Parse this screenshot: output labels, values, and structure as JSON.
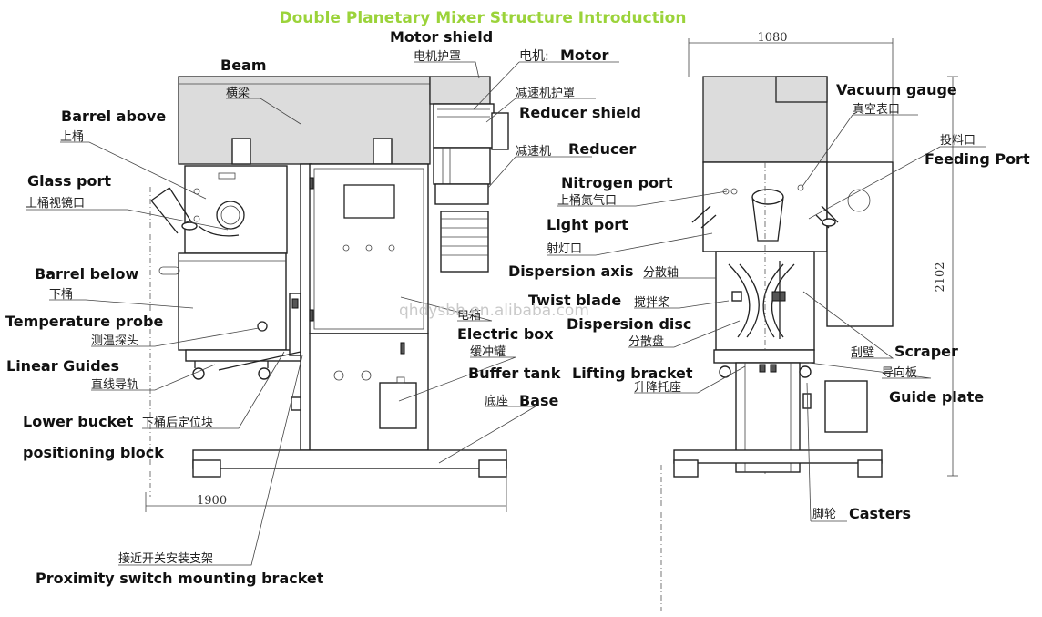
{
  "title": "Double Planetary Mixer Structure Introduction",
  "colors": {
    "title": "#9BD33A",
    "line": "#222222",
    "watermark": "#c9c9c9"
  },
  "watermark": "qhdysbh.en.alibaba.com",
  "dimensions": {
    "width_front": "1900",
    "width_side": "1080",
    "height": "2102"
  },
  "labels": {
    "motor_shield_en": "Motor shield",
    "motor_shield_zh": "电机护罩",
    "motor_zh": "电机:",
    "motor_en": "Motor",
    "beam_en": "Beam",
    "beam_zh": "横梁",
    "reducer_shield_zh": "减速机护罩",
    "reducer_shield_en": "Reducer shield",
    "barrel_above_en": "Barrel above",
    "barrel_above_zh": "上桶",
    "reducer_zh": "减速机",
    "reducer_en": "Reducer",
    "glass_port_en": "Glass port",
    "glass_port_zh": "上桶视镜口",
    "nitrogen_port_en": "Nitrogen port",
    "nitrogen_port_zh": "上桶氮气口",
    "light_port_en": "Light port",
    "light_port_zh": "射灯口",
    "barrel_below_en": "Barrel below",
    "barrel_below_zh": "下桶",
    "dispersion_axis_en": "Dispersion axis",
    "dispersion_axis_zh": "分散轴",
    "twist_blade_en": "Twist blade",
    "twist_blade_zh": "搅拌桨",
    "dispersion_disc_en": "Dispersion disc",
    "dispersion_disc_zh": "分散盘",
    "temperature_probe_en": "Temperature probe",
    "temperature_probe_zh": "测温探头",
    "electric_box_zh": "电箱",
    "electric_box_en": "Electric box",
    "buffer_tank_zh": "缓冲罐",
    "buffer_tank_en": "Buffer tank",
    "lifting_bracket_en": "Lifting bracket",
    "lifting_bracket_zh": "升降托座",
    "linear_guides_en": "Linear Guides",
    "linear_guides_zh": "直线导轨",
    "base_zh": "底座",
    "base_en": "Base",
    "lower_bucket_en_1": "Lower bucket",
    "lower_bucket_en_2": "positioning block",
    "lower_bucket_zh": "下桶后定位块",
    "vacuum_gauge_en": "Vacuum gauge",
    "vacuum_gauge_zh": "真空表口",
    "feeding_port_zh": "投料口",
    "feeding_port_en": "Feeding Port",
    "scraper_zh": "刮壁",
    "scraper_en": "Scraper",
    "guide_plate_zh": "导向板",
    "guide_plate_en": "Guide plate",
    "casters_zh": "脚轮",
    "casters_en": "Casters",
    "proximity_zh": "接近开关安装支架",
    "proximity_en": "Proximity switch mounting bracket"
  }
}
